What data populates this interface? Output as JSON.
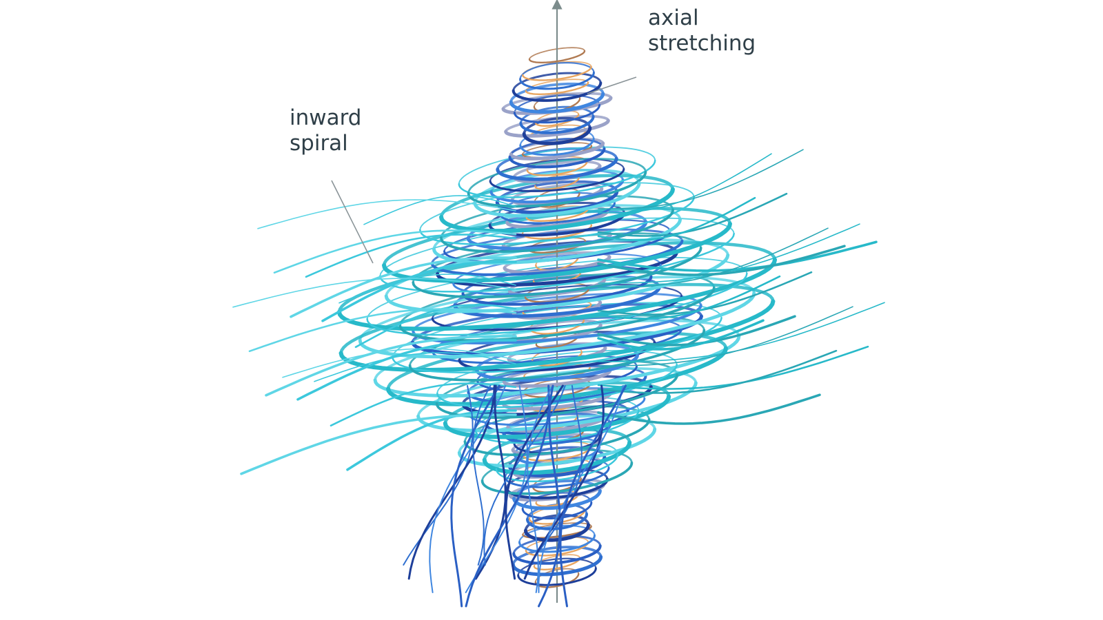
{
  "annotations": {
    "axial_stretching": [
      "axial",
      "stretching"
    ],
    "inward_spiral": [
      "inward",
      "spiral"
    ]
  },
  "colors": {
    "background": "#ffffff",
    "outer_cyan": "#3cc8dc",
    "mid_teal": "#2aa7b5",
    "inner_blue": "#2f6fd0",
    "deep_blue": "#1e3f9a",
    "core_orange": "#e8a560",
    "core_tan": "#b07a52",
    "lavender": "#9aa2c8",
    "axis": "#7c8c8c",
    "label_text": "#2f3f48",
    "leader_line": "#8a9498"
  }
}
